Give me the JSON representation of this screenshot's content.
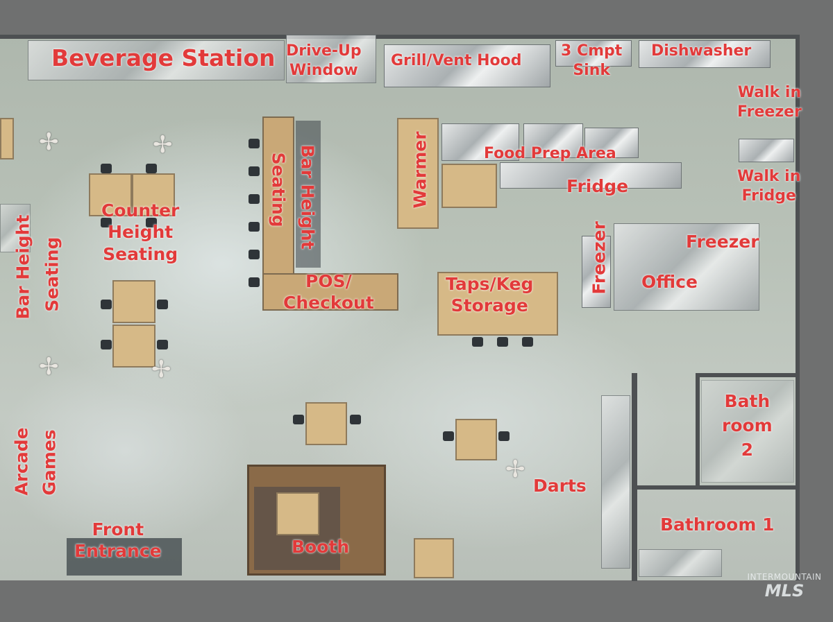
{
  "labels": {
    "beverage_station": "Beverage Station",
    "drive_up_window": "Drive-Up\nWindow",
    "grill_vent_hood": "Grill/Vent Hood",
    "three_cmpt_sink": "3 Cmpt\nSink",
    "dishwasher": "Dishwasher",
    "walk_in_freezer": "Walk in\nFreezer",
    "walk_in_fridge": "Walk in\nFridge",
    "bar_height_seating_center": "Bar Height",
    "seating_center": "Seating",
    "warmer": "Warmer",
    "food_prep_area": "Food Prep Area",
    "fridge": "Fridge",
    "counter_height_seating": "Counter\nHeight\nSeating",
    "bar_height_left": "Bar Height",
    "seating_left": "Seating",
    "pos_checkout": "POS/\nCheckout",
    "taps_keg_storage": "Taps/Keg\nStorage",
    "freezer_vertical": "Freezer",
    "freezer_office_area": "Freezer",
    "office": "Office",
    "bathroom_2": "Bath\nroom\n2",
    "arcade": "Arcade",
    "games": "Games",
    "darts": "Darts",
    "bathroom_1": "Bathroom 1",
    "front_entrance": "Front\nEntrance",
    "booth": "Booth"
  },
  "watermark": {
    "line1": "INTERMOUNTAIN",
    "line2": "MLS"
  },
  "colors": {
    "label_red": "#e23a3a",
    "background_gray": "#6f7070"
  }
}
